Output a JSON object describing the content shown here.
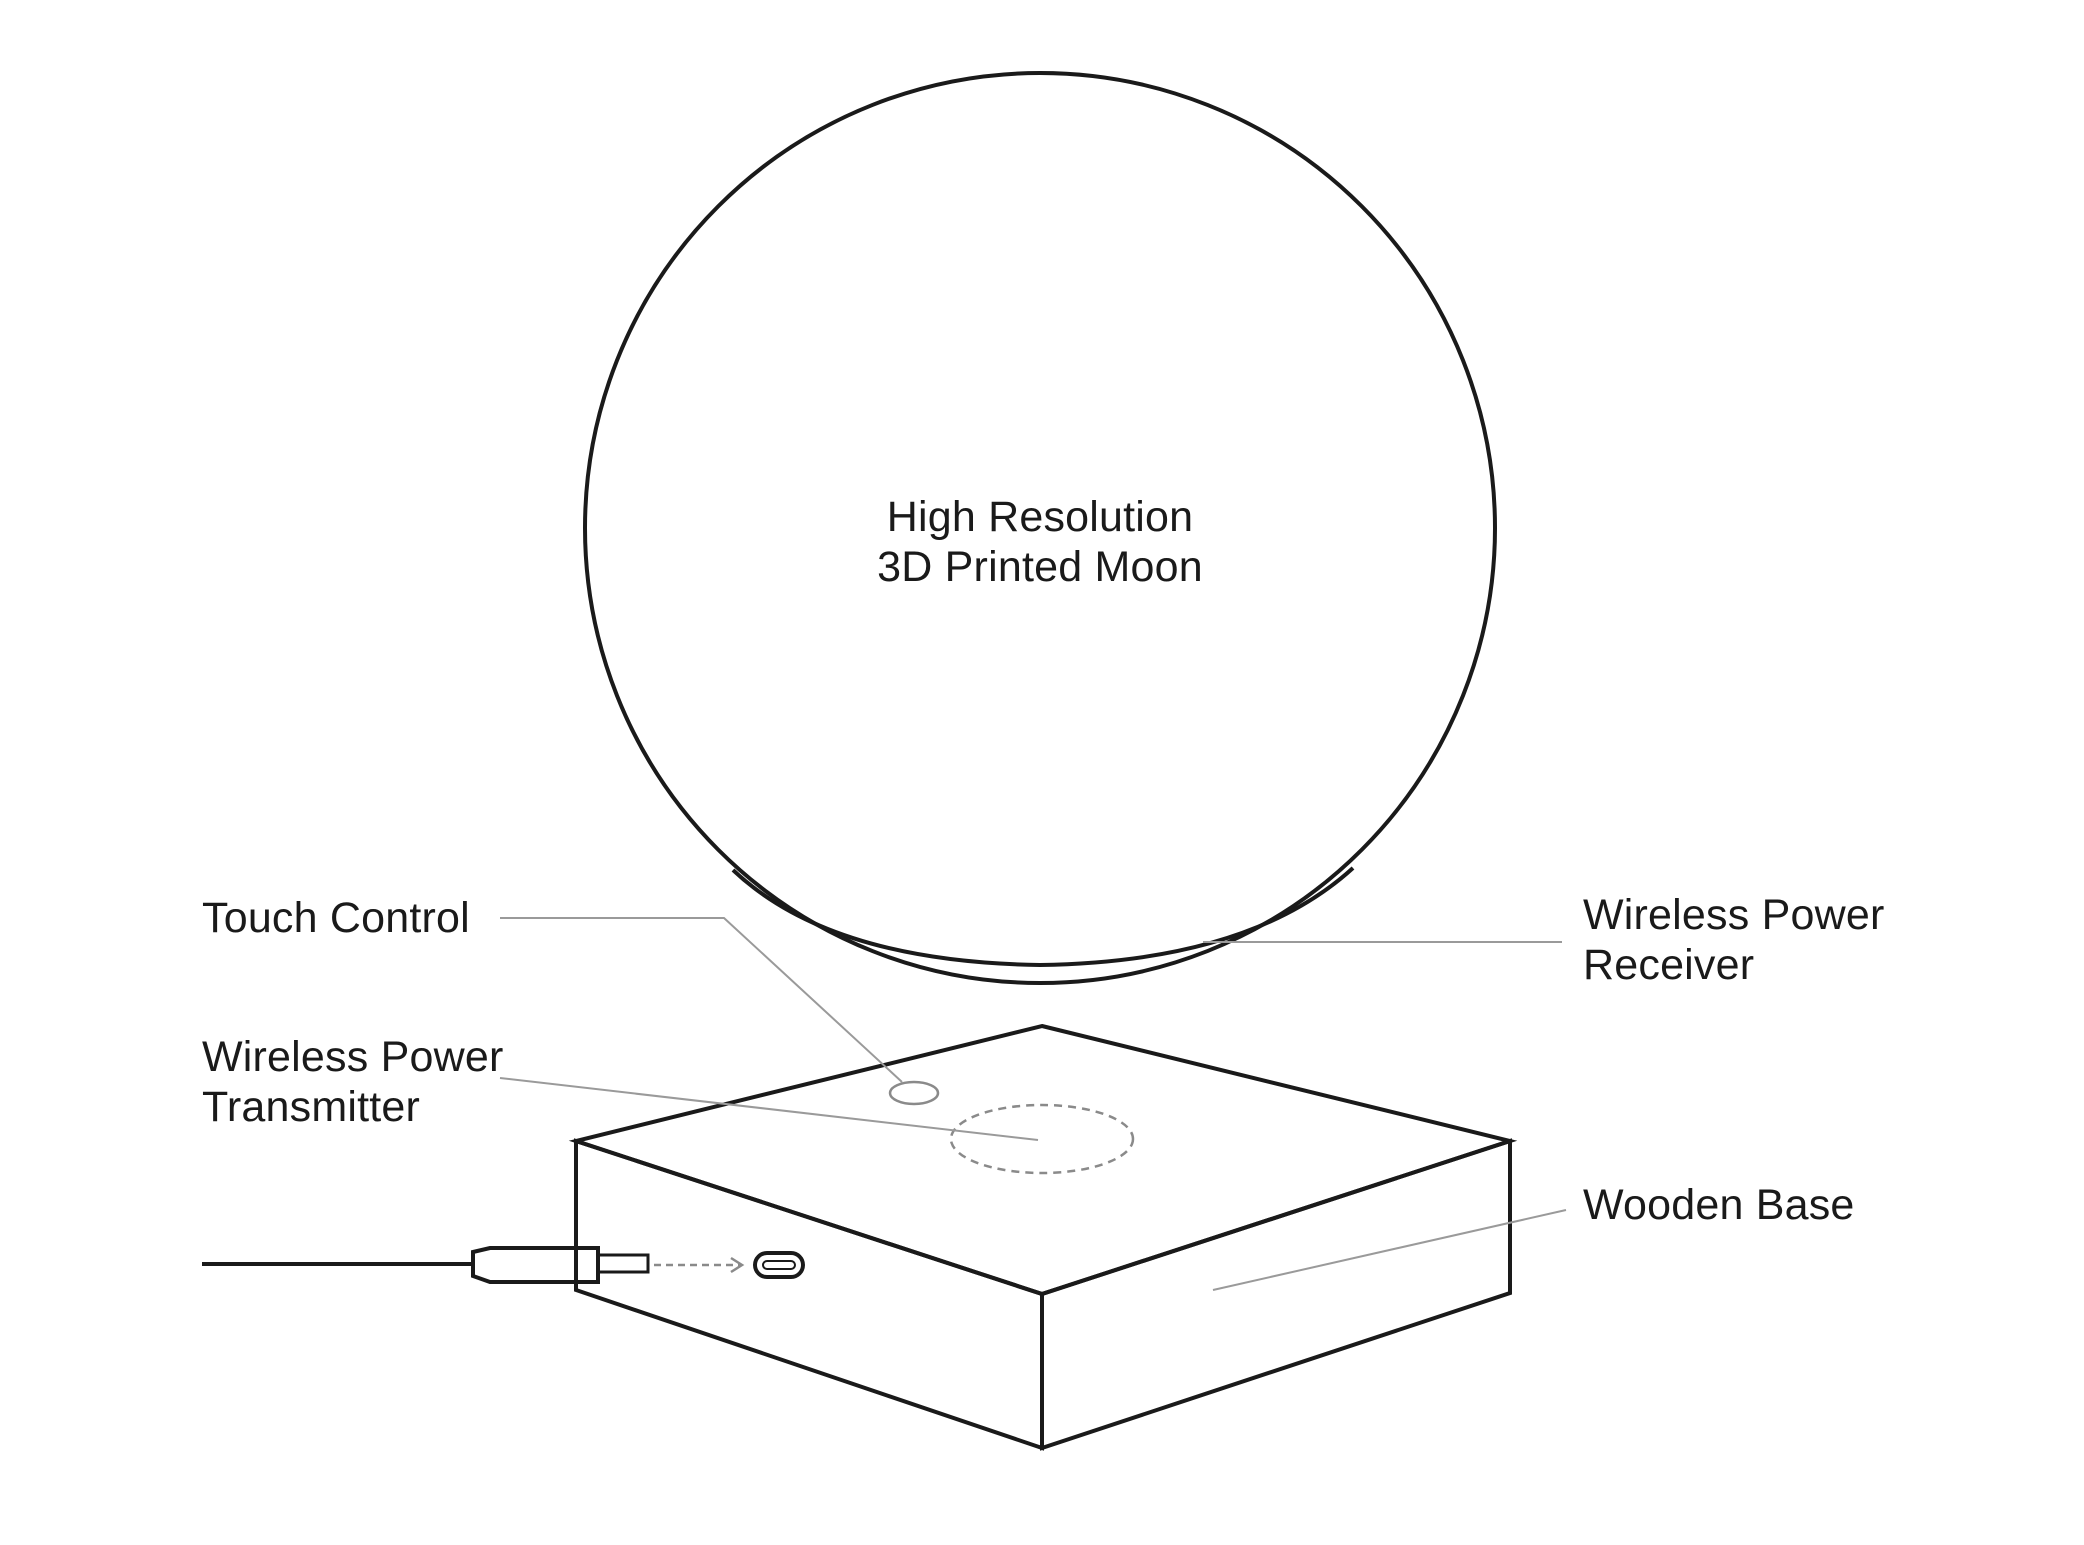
{
  "diagram": {
    "colors": {
      "outline": "#1a1a1a",
      "leader_line": "#9a9a9a",
      "dashed": "#8a8a8a",
      "background": "#ffffff"
    },
    "labels": {
      "moon": [
        "High Resolution",
        "3D Printed Moon"
      ],
      "touch_control": [
        "Touch Control"
      ],
      "wireless_power_transmitter": [
        "Wireless Power",
        "Transmitter"
      ],
      "wireless_power_receiver": [
        "Wireless Power",
        "Receiver"
      ],
      "wooden_base": [
        "Wooden Base"
      ]
    },
    "components": {
      "moon": "sphere",
      "base": "box",
      "touch_sensor": "small-circle",
      "charging_coil": "dashed-ellipse",
      "usb_cable": "cable-with-plug",
      "usb_port": "usb-c-port"
    }
  }
}
